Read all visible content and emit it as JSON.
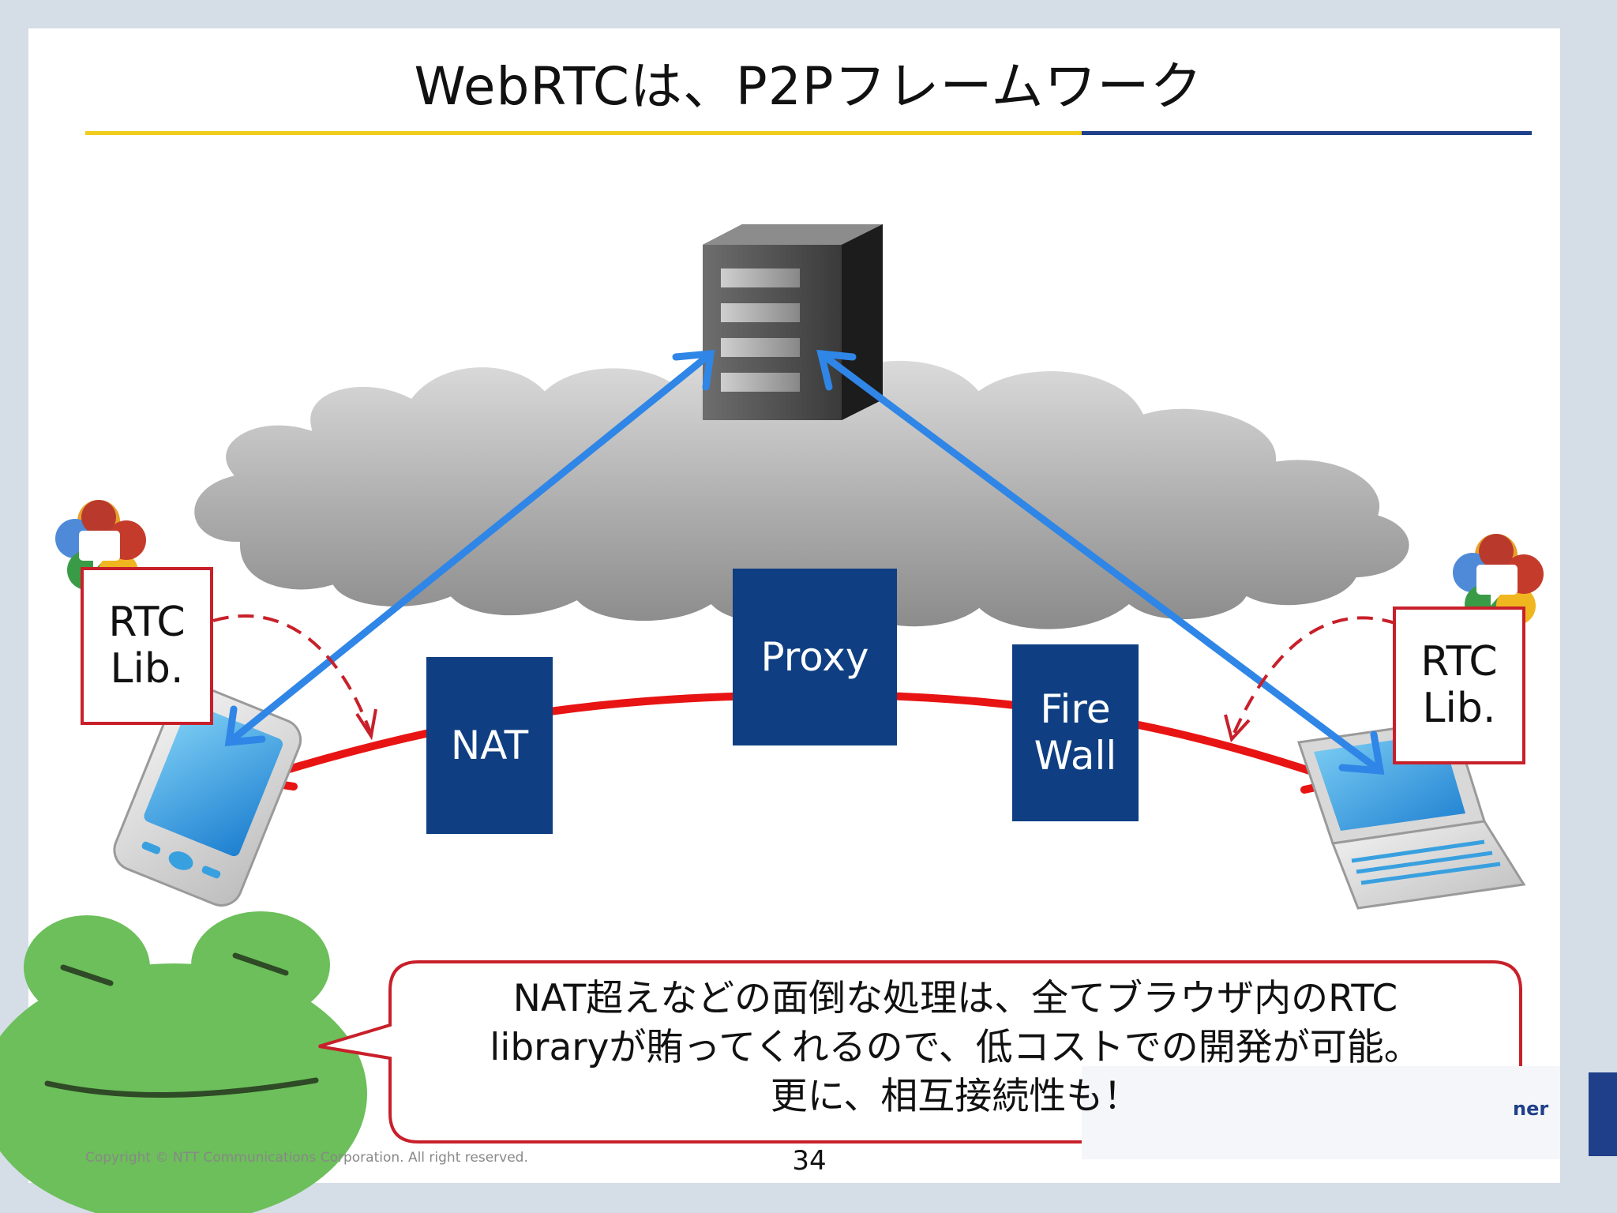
{
  "title": "WebRTCは、P2Pフレームワーク",
  "nodes": {
    "nat": "NAT",
    "proxy": "Proxy",
    "firewall_line1": "Fire",
    "firewall_line2": "Wall",
    "rtc_left_line1": "RTC",
    "rtc_left_line2": "Lib.",
    "rtc_right_line1": "RTC",
    "rtc_right_line2": "Lib."
  },
  "callout": {
    "text": "NAT超えなどの面倒な処理は、全てブラウザ内のRTC\nlibraryが賄ってくれるので、低コストでの開発が可能。\n更に、相互接続性も！"
  },
  "footer": {
    "copyright": "Copyright © NTT Communications Corporation. All right reserved.",
    "page_number": "34",
    "logo_fragment": "ner"
  },
  "colors": {
    "title_rule_yellow": "#f2cc1d",
    "title_rule_blue": "#1f3f8a",
    "box_fill": "#0f3f82",
    "signaling_arrow": "#2f86e6",
    "media_path": "#e81414",
    "lib_border": "#c8202a",
    "frog": "#6cbf5a"
  },
  "icons": [
    "server-icon",
    "cloud-shape",
    "smartphone-icon",
    "laptop-icon",
    "webrtc-logo-icon",
    "frog-mascot"
  ]
}
